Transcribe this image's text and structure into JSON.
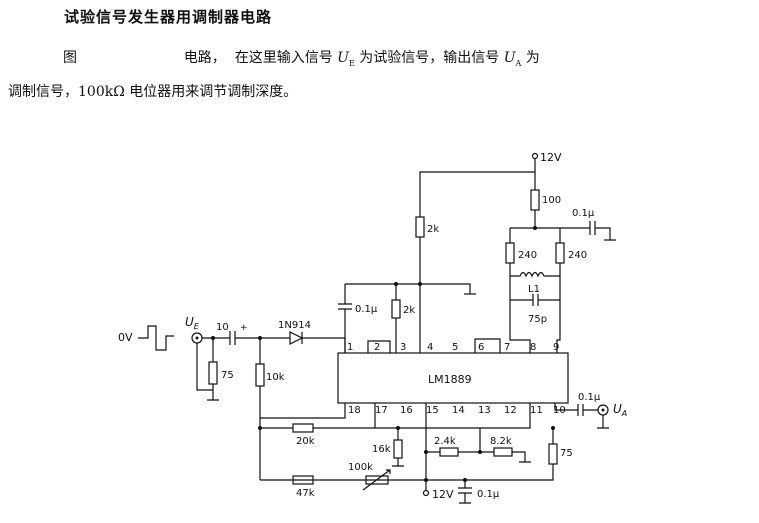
{
  "title": "试验信号发生器用调制器电路",
  "description": {
    "line1_a": "图",
    "line1_b": "电路，  在这里输入信号",
    "ue": "U",
    "ue_sub": "E",
    "line1_c": "为试验信号，输出信号",
    "ua": "U",
    "ua_sub": "A",
    "line1_d": "为",
    "line2": "调制信号，100kΩ 电位器用来调节调制深度。"
  },
  "schematic": {
    "supply_top": "12V",
    "supply_bottom": "12V",
    "ic_name": "LM1889",
    "pins_top": [
      "1",
      "2",
      "3",
      "4",
      "5",
      "6",
      "7",
      "8",
      "9"
    ],
    "pins_bottom": [
      "18",
      "17",
      "16",
      "15",
      "14",
      "13",
      "12",
      "11",
      "10"
    ],
    "input_label_main": "U",
    "input_label_sub": "E",
    "output_label_main": "U",
    "output_label_sub": "A",
    "waveform_label": "0V",
    "components": {
      "c_in": "10",
      "c_in_polarity": "+",
      "diode": "1N914",
      "r_in": "75",
      "r_10k": "10k",
      "r_2k_top": "2k",
      "c_pin1": "0.1μ",
      "r_2k_mid": "2k",
      "r_100": "100",
      "c_top": "0.1μ",
      "r_240a": "240",
      "r_240b": "240",
      "l1": "L1",
      "c_75p": "75p",
      "r_20k": "20k",
      "r_16k": "16k",
      "r_2_4k": "2.4k",
      "r_8_2k": "8.2k",
      "pot_100k": "100k",
      "r_47k": "47k",
      "c_bottom": "0.1μ",
      "c_out": "0.1μ",
      "r_out": "75"
    }
  }
}
